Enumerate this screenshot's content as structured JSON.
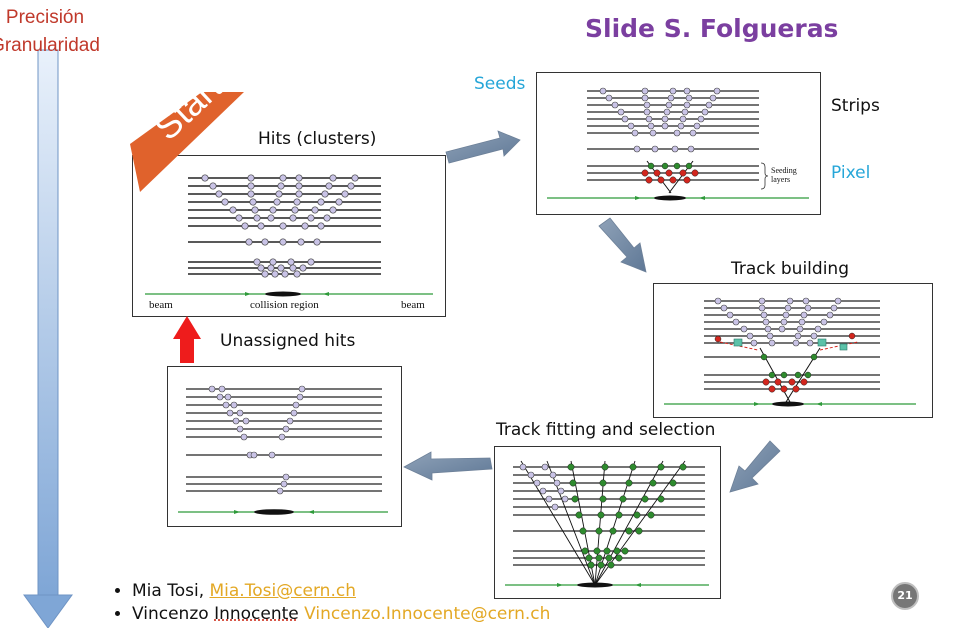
{
  "sidebar": {
    "precision_label": "Precisión",
    "granularity_label": "Granularidad"
  },
  "header": {
    "title": "Slide S. Folgueras"
  },
  "labels": {
    "start": "Start",
    "hits": "Hits (clusters)",
    "seeds": "Seeds",
    "strips": "Strips",
    "pixel": "Pixel",
    "track_building": "Track building",
    "track_fitting": "Track fitting and selection",
    "unassigned": "Unassigned hits"
  },
  "hits_panel": {
    "beam_left": "beam",
    "collision": "collision region",
    "beam_right": "beam"
  },
  "seeds_panel": {
    "seeding_layers_line1": "Seeding",
    "seeding_layers_line2": "layers"
  },
  "authors": [
    {
      "name": "Mia Tosi,",
      "email": "Mia.Tosi@cern.ch"
    },
    {
      "name_part1": "Vincenzo ",
      "name_part2": "Innocente",
      "email": "Vincenzo.Innocente@cern.ch"
    }
  ],
  "page_number": "21",
  "colors": {
    "title": "#7b3fa0",
    "accent_blue": "#26a6d8",
    "start_badge": "#e0622c",
    "email": "#e3a825",
    "precision": "#c0392b"
  }
}
